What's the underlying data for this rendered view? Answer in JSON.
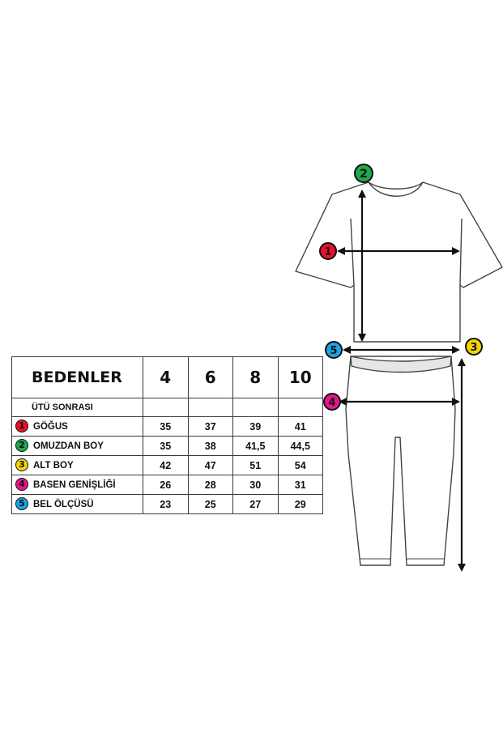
{
  "colors": {
    "badge_1": "#e8102a",
    "badge_2": "#1ea84a",
    "badge_3": "#f5d400",
    "badge_4": "#e8148c",
    "badge_5": "#1aa3e8",
    "badge_outline": "#111111",
    "line": "#3a3a3a",
    "waistband": "#e6e6e6"
  },
  "table": {
    "header_label": "BEDENLER",
    "sizes": [
      "4",
      "6",
      "8",
      "10"
    ],
    "subheader": "ÜTÜ SONRASI",
    "rows": [
      {
        "badge": "1",
        "name": "GÖĞUS",
        "values": [
          "35",
          "37",
          "39",
          "41"
        ]
      },
      {
        "badge": "2",
        "name": "OMUZDAN BOY",
        "values": [
          "35",
          "38",
          "41,5",
          "44,5"
        ]
      },
      {
        "badge": "3",
        "name": "ALT BOY",
        "values": [
          "42",
          "47",
          "51",
          "54"
        ]
      },
      {
        "badge": "4",
        "name": "BASEN GENİŞLİĞİ",
        "values": [
          "26",
          "28",
          "30",
          "31"
        ]
      },
      {
        "badge": "5",
        "name": "BEL ÖLÇÜSÜ",
        "values": [
          "23",
          "25",
          "27",
          "29"
        ]
      }
    ]
  },
  "diagram": {
    "badges": [
      "1",
      "2",
      "3",
      "4",
      "5"
    ]
  }
}
